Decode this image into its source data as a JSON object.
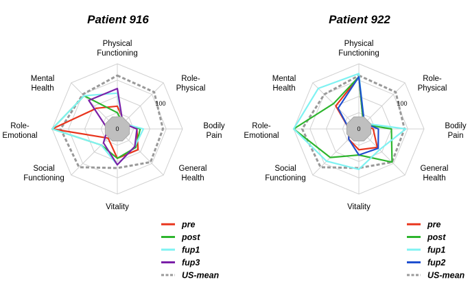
{
  "chart_data": [
    {
      "type": "radar",
      "title": "Patient 916",
      "axes": [
        "Physical Functioning",
        "Role-Physical",
        "Bodily Pain",
        "General Health",
        "Vitality",
        "Social Functioning",
        "Role-Emotional",
        "Mental Health"
      ],
      "axis_label_lines": [
        [
          "Physical",
          "Functioning"
        ],
        [
          "Role-",
          "Physical"
        ],
        [
          "Bodily",
          "Pain"
        ],
        [
          "General",
          "Health"
        ],
        [
          "Vitality"
        ],
        [
          "Social",
          "Functioning"
        ],
        [
          "Role-",
          "Emotional"
        ],
        [
          "Mental",
          "Health"
        ]
      ],
      "rlim": [
        0,
        100
      ],
      "tick_labels": [
        "0",
        "100"
      ],
      "legend": "bottom-right",
      "series": [
        {
          "name": "pre",
          "color": "#e8341c",
          "dash": false,
          "values": [
            35,
            15,
            30,
            45,
            45,
            20,
            100,
            45
          ]
        },
        {
          "name": "post",
          "color": "#2db52d",
          "dash": false,
          "values": [
            25,
            12,
            35,
            40,
            45,
            35,
            100,
            72
          ]
        },
        {
          "name": "fup1",
          "color": "#7ff2f2",
          "dash": false,
          "values": [
            55,
            12,
            40,
            38,
            55,
            35,
            100,
            72
          ]
        },
        {
          "name": "fup3",
          "color": "#7a1fa8",
          "dash": false,
          "values": [
            62,
            12,
            30,
            38,
            55,
            30,
            15,
            62
          ]
        },
        {
          "name": "US-mean",
          "color": "#999999",
          "dash": true,
          "values": [
            82,
            80,
            70,
            72,
            60,
            83,
            87,
            75
          ]
        }
      ]
    },
    {
      "type": "radar",
      "title": "Patient 922",
      "axes": [
        "Physical Functioning",
        "Role-Physical",
        "Bodily Pain",
        "General Health",
        "Vitality",
        "Social Functioning",
        "Role-Emotional",
        "Mental Health"
      ],
      "axis_label_lines": [
        [
          "Physical",
          "Functioning"
        ],
        [
          "Role-",
          "Physical"
        ],
        [
          "Bodily",
          "Pain"
        ],
        [
          "General",
          "Health"
        ],
        [
          "Vitality"
        ],
        [
          "Social",
          "Functioning"
        ],
        [
          "Role-",
          "Emotional"
        ],
        [
          "Mental",
          "Health"
        ]
      ],
      "rlim": [
        0,
        100
      ],
      "tick_labels": [
        "0",
        "100"
      ],
      "legend": "bottom-right",
      "series": [
        {
          "name": "pre",
          "color": "#e8341c",
          "dash": false,
          "values": [
            80,
            10,
            22,
            40,
            32,
            22,
            15,
            50
          ]
        },
        {
          "name": "post",
          "color": "#2db52d",
          "dash": false,
          "values": [
            80,
            10,
            50,
            72,
            40,
            62,
            100,
            55
          ]
        },
        {
          "name": "fup1",
          "color": "#7ff2f2",
          "dash": false,
          "values": [
            85,
            12,
            72,
            45,
            62,
            70,
            100,
            88
          ]
        },
        {
          "name": "fup2",
          "color": "#1f4fcf",
          "dash": false,
          "values": [
            80,
            12,
            30,
            42,
            40,
            22,
            15,
            45
          ]
        },
        {
          "name": "US-mean",
          "color": "#999999",
          "dash": true,
          "values": [
            82,
            80,
            70,
            72,
            60,
            83,
            87,
            75
          ]
        }
      ]
    }
  ]
}
